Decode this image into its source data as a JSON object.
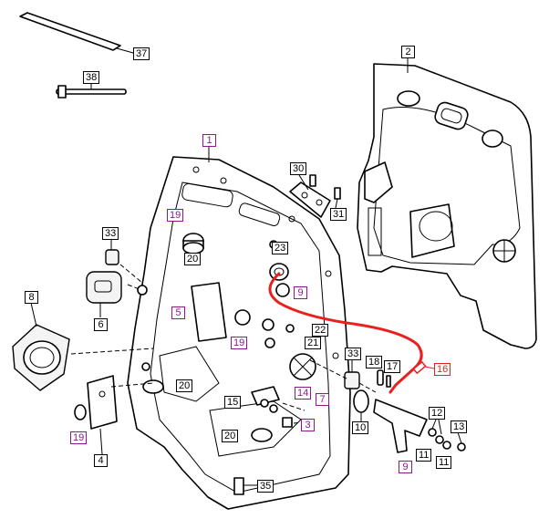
{
  "colors": {
    "outline": "#000000",
    "purple_label": "#8b1a8b",
    "harness": "#e8211e",
    "background": "#ffffff"
  },
  "callouts": [
    {
      "id": "c37",
      "text": "37",
      "style": "black"
    },
    {
      "id": "c38",
      "text": "38",
      "style": "black"
    },
    {
      "id": "c2",
      "text": "2",
      "style": "black"
    },
    {
      "id": "c1",
      "text": "1",
      "style": "purple"
    },
    {
      "id": "c30",
      "text": "30",
      "style": "black"
    },
    {
      "id": "c31",
      "text": "31",
      "style": "black"
    },
    {
      "id": "c19a",
      "text": "19",
      "style": "purple"
    },
    {
      "id": "c33a",
      "text": "33",
      "style": "black"
    },
    {
      "id": "c20a",
      "text": "20",
      "style": "black"
    },
    {
      "id": "c23",
      "text": "23",
      "style": "black"
    },
    {
      "id": "c9a",
      "text": "9",
      "style": "purple"
    },
    {
      "id": "c8",
      "text": "8",
      "style": "black"
    },
    {
      "id": "c6",
      "text": "6",
      "style": "black"
    },
    {
      "id": "c5",
      "text": "5",
      "style": "purple"
    },
    {
      "id": "c22",
      "text": "22",
      "style": "black"
    },
    {
      "id": "c19b",
      "text": "19",
      "style": "purple"
    },
    {
      "id": "c21",
      "text": "21",
      "style": "black"
    },
    {
      "id": "c33b",
      "text": "33",
      "style": "black"
    },
    {
      "id": "c18",
      "text": "18",
      "style": "black"
    },
    {
      "id": "c17",
      "text": "17",
      "style": "black"
    },
    {
      "id": "c16",
      "text": "16",
      "style": "red"
    },
    {
      "id": "c20b",
      "text": "20",
      "style": "black"
    },
    {
      "id": "c14",
      "text": "14",
      "style": "purple"
    },
    {
      "id": "c7",
      "text": "7",
      "style": "purple"
    },
    {
      "id": "c15",
      "text": "15",
      "style": "black"
    },
    {
      "id": "c10",
      "text": "10",
      "style": "black"
    },
    {
      "id": "c12",
      "text": "12",
      "style": "black"
    },
    {
      "id": "c13",
      "text": "13",
      "style": "black"
    },
    {
      "id": "c3",
      "text": "3",
      "style": "purple"
    },
    {
      "id": "c19c",
      "text": "19",
      "style": "purple"
    },
    {
      "id": "c4",
      "text": "4",
      "style": "black"
    },
    {
      "id": "c20c",
      "text": "20",
      "style": "black"
    },
    {
      "id": "c11a",
      "text": "11",
      "style": "black"
    },
    {
      "id": "c11b",
      "text": "11",
      "style": "black"
    },
    {
      "id": "c9b",
      "text": "9",
      "style": "purple"
    },
    {
      "id": "c35",
      "text": "35",
      "style": "black"
    }
  ]
}
